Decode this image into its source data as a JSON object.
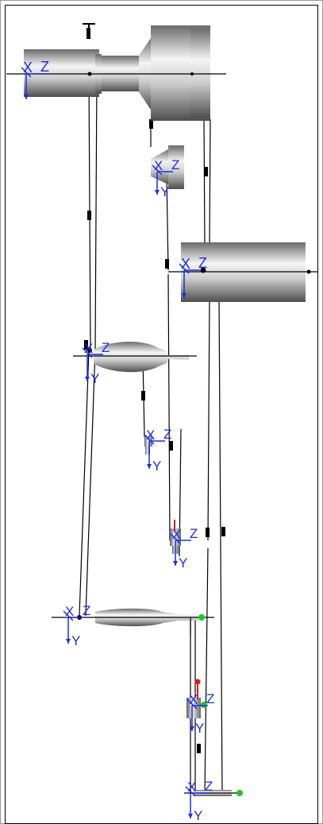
{
  "axis_labels": {
    "x": "X",
    "y": "Y",
    "z": "Z"
  },
  "colors": {
    "axis": "#1a2ee0",
    "link": "#000000",
    "frame_outer": "#999999",
    "frame_inner": "#000000",
    "shaft_dark": "#5a5a5a",
    "shaft_light": "#f2f2f2",
    "node_green": "#22c422",
    "node_red": "#e01a1a"
  },
  "parts": [
    {
      "name": "headstock-part",
      "icon": "stepped-shaft"
    },
    {
      "name": "collet-part",
      "icon": "cone-ring"
    },
    {
      "name": "tailstock-part",
      "icon": "cylinder"
    },
    {
      "name": "shaft-part-1",
      "icon": "spindle"
    },
    {
      "name": "small-bracket-part-1",
      "icon": "bracket"
    },
    {
      "name": "small-bracket-part-2",
      "icon": "bracket"
    },
    {
      "name": "shaft-part-2",
      "icon": "spindle"
    },
    {
      "name": "small-bracket-part-3",
      "icon": "bracket"
    },
    {
      "name": "end-bracket-part",
      "icon": "bracket"
    }
  ]
}
